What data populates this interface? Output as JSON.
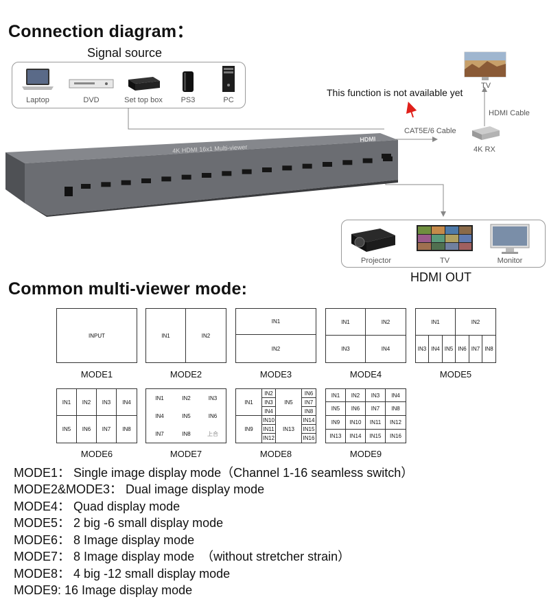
{
  "titles": {
    "connection": "Connection diagram：",
    "signal_source": "Signal source",
    "common_modes": "Common multi-viewer mode:",
    "hdmi_out": "HDMI OUT",
    "not_available": "This function is not available yet"
  },
  "sources": [
    "Laptop",
    "DVD",
    "Set top box",
    "PS3",
    "PC"
  ],
  "outputs": [
    "Projector",
    "TV",
    "Monitor"
  ],
  "remote": {
    "tv": "TV",
    "hdmi_cable": "HDMI Cable",
    "cat_cable": "CAT5E/6 Cable",
    "rx": "4K RX"
  },
  "device": {
    "front_text": "4K HDMI 16x1 Multi-viewer",
    "brand": "HDMI",
    "port_count": 16
  },
  "modes": {
    "mode1": {
      "caption": "MODE1",
      "cells": [
        "INPUT"
      ]
    },
    "mode2": {
      "caption": "MODE2",
      "cells": [
        "IN1",
        "IN2"
      ]
    },
    "mode3": {
      "caption": "MODE3",
      "cells": [
        "IN1",
        "IN2"
      ]
    },
    "mode4": {
      "caption": "MODE4",
      "cells": [
        "IN1",
        "IN2",
        "IN3",
        "IN4"
      ]
    },
    "mode5": {
      "caption": "MODE5",
      "cells": [
        "IN1",
        "IN2",
        "IN3",
        "IN4",
        "IN5",
        "IN6",
        "IN7",
        "IN8"
      ]
    },
    "mode6": {
      "caption": "MODE6",
      "cells": [
        "IN1",
        "IN2",
        "IN3",
        "IN4",
        "IN5",
        "IN6",
        "IN7",
        "IN8"
      ]
    },
    "mode7": {
      "caption": "MODE7",
      "cells": [
        "IN1",
        "IN2",
        "IN3",
        "IN4",
        "IN5",
        "IN6",
        "IN7",
        "IN8",
        "上合"
      ]
    },
    "mode8": {
      "caption": "MODE8",
      "cells": [
        "IN1",
        "IN2",
        "IN3",
        "IN4",
        "IN5",
        "IN6",
        "IN7",
        "IN8",
        "IN9",
        "IN10",
        "IN11",
        "IN12",
        "IN13",
        "IN14",
        "IN15",
        "IN16"
      ]
    },
    "mode9": {
      "caption": "MODE9",
      "cells": [
        "IN1",
        "IN2",
        "IN3",
        "IN4",
        "IN5",
        "IN6",
        "IN7",
        "IN8",
        "IN9",
        "IN10",
        "IN11",
        "IN12",
        "IN13",
        "IN14",
        "IN15",
        "IN16"
      ]
    }
  },
  "descriptions": [
    "MODE1： Single image display mode（Channel 1-16 seamless switch）",
    "MODE2&MODE3： Dual image display mode",
    "MODE4： Quad display mode",
    "MODE5： 2 big -6 small display mode",
    "MODE6： 8 Image display mode",
    "MODE7： 8 Image display mode  （without stretcher strain）",
    "MODE8： 4 big -12 small display mode",
    "MODE9: 16 Image display mode"
  ],
  "colors": {
    "device_body": "#6f7177",
    "device_front": "#55575c",
    "line": "#888888",
    "arrow_red": "#e0201a"
  }
}
